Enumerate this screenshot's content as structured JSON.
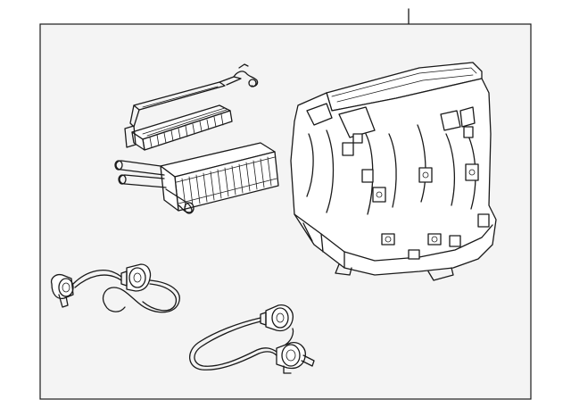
{
  "diagram": {
    "background": "#ffffff",
    "panel_fill": "#f4f4f4",
    "stroke_color": "#1a1a1a",
    "parts": [
      {
        "id": "heater-core-small",
        "icon": "heater-core"
      },
      {
        "id": "heater-core-large",
        "icon": "heater-core"
      },
      {
        "id": "hvac-case-assembly",
        "icon": "hvac-case"
      },
      {
        "id": "wire-harness-left",
        "icon": "wire-harness"
      },
      {
        "id": "wire-harness-right",
        "icon": "wire-harness"
      }
    ]
  }
}
